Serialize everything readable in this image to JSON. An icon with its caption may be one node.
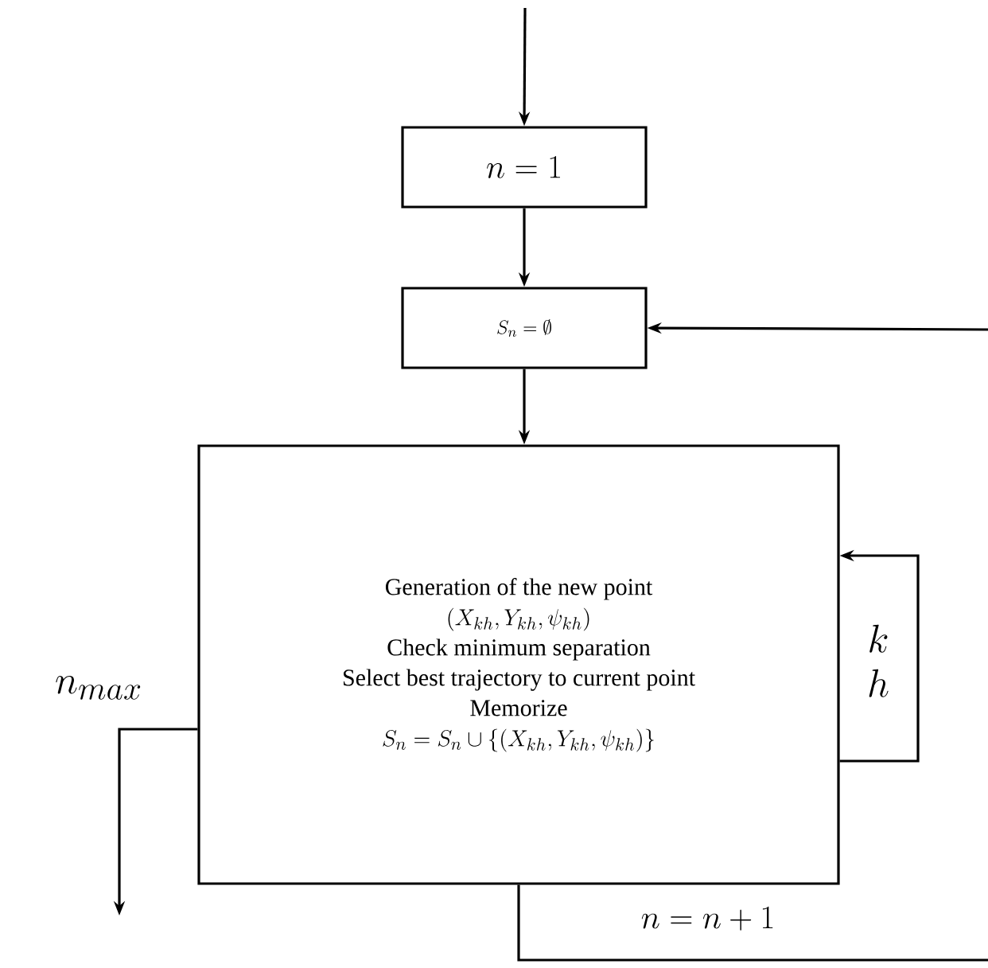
{
  "diagram": {
    "nodes": [
      {
        "text": [
          "n = 1"
        ]
      },
      {
        "text": [
          "S_n = \\emptyset"
        ]
      },
      {
        "text": [
          "Generation of the new point",
          "(X_{kh}, Y_{kh}, \\psi_{kh})",
          "Check minimum separation",
          "Select best trajectory to current point",
          "Memorize",
          "S_n = S_n \\cup \\{(X_{kh}, Y_{kh}, \\psi_{kh})\\}"
        ]
      }
    ],
    "edges": [
      {
        "from": null,
        "to": 0,
        "arrow": "to"
      },
      {
        "from": 0,
        "to": 1,
        "arrow": "to"
      },
      {
        "from": 1,
        "to": 2,
        "arrow": "to"
      },
      {
        "from": 2,
        "to": 2,
        "arrow": "to",
        "label": "\\begin{array}{c}k\\\\h\\end{array}"
      },
      {
        "from": 2,
        "to": null,
        "arrow": "to",
        "label": "n_{max}"
      },
      {
        "from": 2,
        "to": null,
        "arrow": "none",
        "label": "n = n + 1"
      },
      {
        "from": null,
        "to": 1,
        "arrow": "to"
      }
    ]
  }
}
